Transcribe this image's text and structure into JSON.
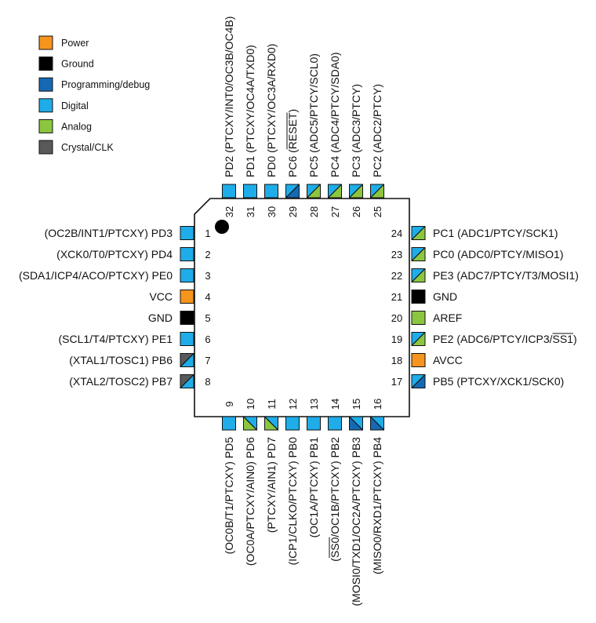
{
  "colors": {
    "power": "#F7941D",
    "ground": "#000000",
    "programming": "#1569B3",
    "digital": "#1EADE8",
    "analog": "#8CC63F",
    "crystal": "#58595B"
  },
  "legend": [
    {
      "label": "Power",
      "color": "power"
    },
    {
      "label": "Ground",
      "color": "ground"
    },
    {
      "label": "Programming/debug",
      "color": "programming"
    },
    {
      "label": "Digital",
      "color": "digital"
    },
    {
      "label": "Analog",
      "color": "analog"
    },
    {
      "label": "Crystal/CLK",
      "color": "crystal"
    }
  ],
  "pins": {
    "left": [
      {
        "num": "1",
        "label": "(OC2B/INT1/PTCXY) PD3",
        "fill": [
          "digital"
        ]
      },
      {
        "num": "2",
        "label": "(XCK0/T0/PTCXY) PD4",
        "fill": [
          "digital"
        ]
      },
      {
        "num": "3",
        "label": "(SDA1/ICP4/ACO/PTCXY) PE0",
        "fill": [
          "digital"
        ]
      },
      {
        "num": "4",
        "label": "VCC",
        "fill": [
          "power"
        ]
      },
      {
        "num": "5",
        "label": "GND",
        "fill": [
          "ground"
        ]
      },
      {
        "num": "6",
        "label": "(SCL1/T4/PTCXY) PE1",
        "fill": [
          "digital"
        ]
      },
      {
        "num": "7",
        "label": "(XTAL1/TOSC1) PB6",
        "fill": [
          "digital",
          "crystal"
        ]
      },
      {
        "num": "8",
        "label": "(XTAL2/TOSC2) PB7",
        "fill": [
          "digital",
          "crystal"
        ]
      }
    ],
    "right": [
      {
        "num": "24",
        "label": "PC1 (ADC1/PTCY/SCK1)",
        "fill": [
          "analog",
          "digital"
        ]
      },
      {
        "num": "23",
        "label": "PC0 (ADC0/PTCY/MISO1)",
        "fill": [
          "analog",
          "digital"
        ]
      },
      {
        "num": "22",
        "label": "PE3 (ADC7/PTCY/T3/MOSI1)",
        "fill": [
          "analog",
          "digital"
        ]
      },
      {
        "num": "21",
        "label": "GND",
        "fill": [
          "ground"
        ]
      },
      {
        "num": "20",
        "label": "AREF",
        "fill": [
          "analog"
        ]
      },
      {
        "num": "19",
        "label": "PE2 (ADC6/PTCY/ICP3/SS1)",
        "fill": [
          "analog",
          "digital"
        ]
      },
      {
        "num": "18",
        "label": "AVCC",
        "fill": [
          "power"
        ]
      },
      {
        "num": "17",
        "label": "PB5 (PTCXY/XCK1/SCK0)",
        "fill": [
          "programming",
          "digital"
        ]
      }
    ],
    "top": [
      {
        "num": "32",
        "label": "PD2 (PTCXY/INT0/OC3B/OC4B)",
        "fill": [
          "digital"
        ]
      },
      {
        "num": "31",
        "label": "PD1 (PTCXY/OC4A/TXD0)",
        "fill": [
          "digital"
        ]
      },
      {
        "num": "30",
        "label": "PD0 (PTCXY/OC3A/RXD0)",
        "fill": [
          "digital"
        ]
      },
      {
        "num": "29",
        "label": "PC6 (RESET)",
        "fill": [
          "programming",
          "digital"
        ]
      },
      {
        "num": "28",
        "label": "PC5 (ADC5/PTCY/SCL0)",
        "fill": [
          "analog",
          "digital"
        ]
      },
      {
        "num": "27",
        "label": "PC4 (ADC4/PTCY/SDA0)",
        "fill": [
          "analog",
          "digital"
        ]
      },
      {
        "num": "26",
        "label": "PC3 (ADC3/PTCY)",
        "fill": [
          "analog",
          "digital"
        ]
      },
      {
        "num": "25",
        "label": "PC2 (ADC2/PTCY)",
        "fill": [
          "analog",
          "digital"
        ]
      }
    ],
    "bottom": [
      {
        "num": "9",
        "label": "(OC0B/T1/PTCXY) PD5",
        "fill": [
          "digital"
        ]
      },
      {
        "num": "10",
        "label": "(OC0A/PTCXY/AIN0) PD6",
        "fill": [
          "analog",
          "digital"
        ]
      },
      {
        "num": "11",
        "label": "(PTCXY/AIN1) PD7",
        "fill": [
          "analog",
          "digital"
        ]
      },
      {
        "num": "12",
        "label": "(ICP1/CLKO/PTCXY) PB0",
        "fill": [
          "digital"
        ]
      },
      {
        "num": "13",
        "label": "(OC1A/PTCXY) PB1",
        "fill": [
          "digital"
        ]
      },
      {
        "num": "14",
        "label": "(SS0/OC1B/PTCXY) PB2",
        "fill": [
          "digital"
        ]
      },
      {
        "num": "15",
        "label": "(MOSI0/TXD1/OC2A/PTCXY) PB3",
        "fill": [
          "programming",
          "digital"
        ]
      },
      {
        "num": "16",
        "label": "(MISO0/RXD1/PTCXY) PB4",
        "fill": [
          "programming",
          "digital"
        ]
      }
    ]
  }
}
